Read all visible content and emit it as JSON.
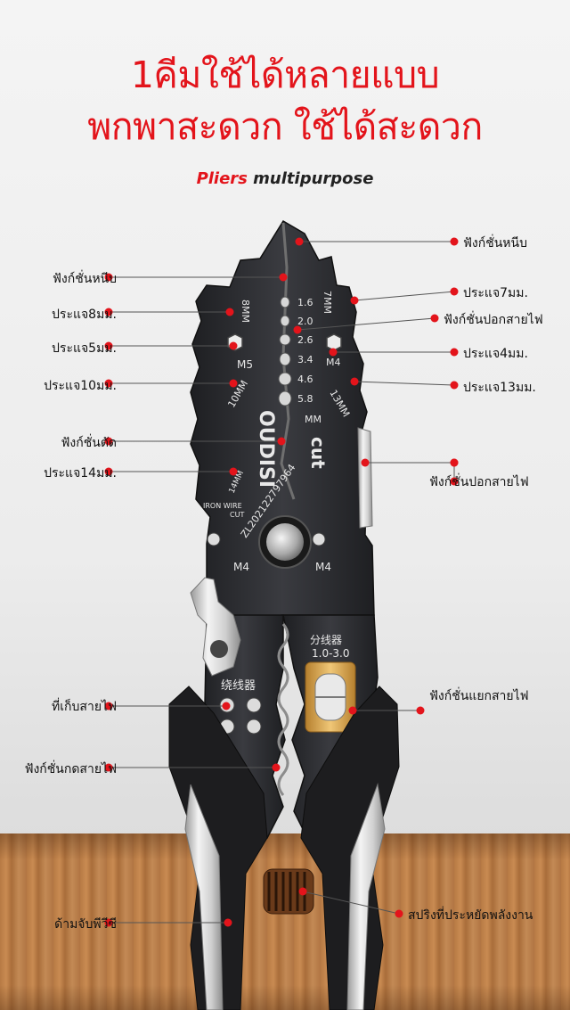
{
  "headline": {
    "line1": "1คีมใช้ได้หลายแบบ",
    "line2": "พกพาสะดวก ใช้ได้สะดวก",
    "sub_red": "Pliers",
    "sub_dark": " multipurpose"
  },
  "colors": {
    "accent": "#e3141b",
    "dot": "#e3141b",
    "steel": "#2b2c30",
    "chrome": "#e6e6e6",
    "gold": "#d7a24a"
  },
  "tool_marks": {
    "brand": "OUDISI",
    "cut": "cut",
    "serial": "ZL202122797964",
    "iron_wire": "IRON WIRE",
    "iron_cut": "CUT",
    "size_8mm": "8MM",
    "size_7mm": "7MM",
    "size_10mm": "10MM",
    "size_13mm": "13MM",
    "size_14mm": "14MM",
    "m5": "M5",
    "m4_top": "M4",
    "m4_left": "M4",
    "m4_right": "M4",
    "mm": "MM",
    "gauges": [
      "1.6",
      "2.0",
      "2.6",
      "3.4",
      "4.6",
      "5.8"
    ],
    "splitter_title": "分线器",
    "splitter_range": "1.0-3.0",
    "winder": "绕线器"
  },
  "labels": {
    "left": [
      "ฟังก์ชั่นหนีบ",
      "ประแจ8มม.",
      "ประแจ5มม.",
      "ประแจ10มม.",
      "ฟังก์ชั่นตัด",
      "ประแจ14มม.",
      "ที่เก็บสายไฟ",
      "ฟังก์ชั่นกดสายไฟ",
      "ด้ามจับพีวีซี"
    ],
    "right": [
      "ฟังก์ชั่นหนีบ",
      "ประแจ7มม.",
      "ฟังก์ชั่นปอกสายไฟ",
      "ประแจ4มม.",
      "ประแจ13มม.",
      "ฟังก์ชั่นปอกสายไฟ",
      "ฟังก์ชั่นแยกสายไฟ",
      "สปริงที่ประหยัดพลังงาน"
    ]
  }
}
